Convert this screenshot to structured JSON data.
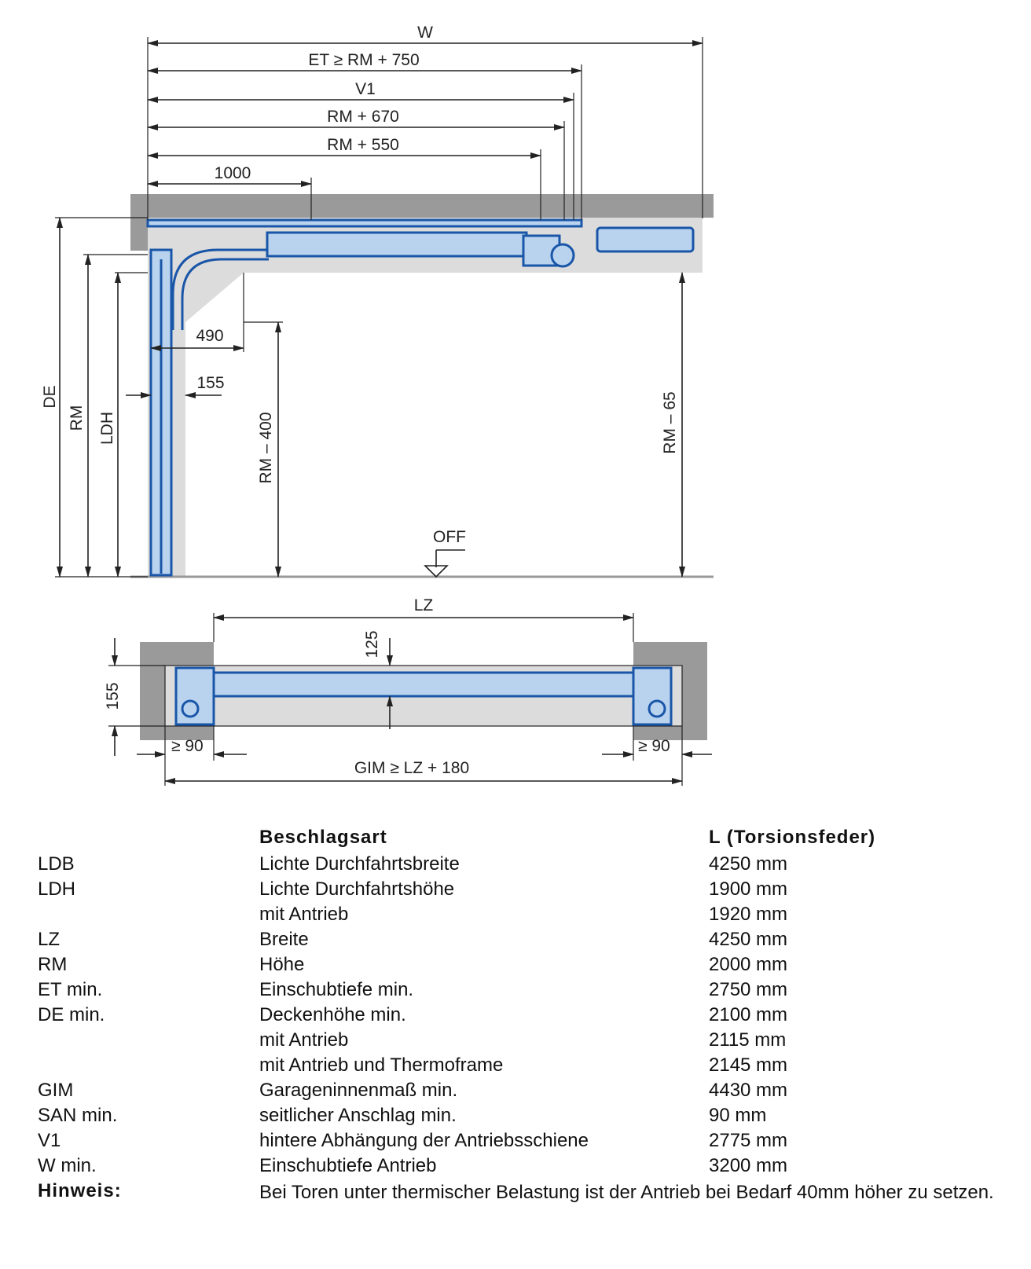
{
  "diagram": {
    "labels": {
      "w": "W",
      "et": "ET ≥ RM + 750",
      "v1": "V1",
      "rm670": "RM + 670",
      "rm550": "RM + 550",
      "d1000": "1000",
      "d490": "490",
      "d155_side": "155",
      "de": "DE",
      "rm": "RM",
      "ldh": "LDH",
      "rm400": "RM – 400",
      "rm65": "RM – 65",
      "off": "OFF",
      "lz": "LZ",
      "d125": "125",
      "d155_plan": "155",
      "san_left": "≥ 90",
      "san_right": "≥ 90",
      "gim": "GIM ≥ LZ + 180"
    },
    "colors": {
      "door": "#1a56a8",
      "door_fill": "#b9d3ef",
      "wall": "#9a9a9a",
      "zone": "#dcdcdc"
    }
  },
  "table": {
    "header": {
      "col2": "Beschlagsart",
      "col3": "L (Torsionsfeder)"
    },
    "rows": [
      {
        "abbr": "LDB",
        "desc": "Lichte Durchfahrtsbreite",
        "value": "4250 mm"
      },
      {
        "abbr": "LDH",
        "desc": "Lichte Durchfahrtshöhe",
        "value": "1900 mm"
      },
      {
        "abbr": "",
        "desc": "mit Antrieb",
        "value": "1920 mm"
      },
      {
        "abbr": "LZ",
        "desc": "Breite",
        "value": "4250 mm"
      },
      {
        "abbr": "RM",
        "desc": "Höhe",
        "value": "2000 mm"
      },
      {
        "abbr": "ET min.",
        "desc": "Einschubtiefe min.",
        "value": "2750 mm"
      },
      {
        "abbr": "DE min.",
        "desc": "Deckenhöhe min.",
        "value": "2100 mm"
      },
      {
        "abbr": "",
        "desc": "mit Antrieb",
        "value": "2115 mm"
      },
      {
        "abbr": "",
        "desc": "mit Antrieb und Thermoframe",
        "value": "2145 mm"
      },
      {
        "abbr": "GIM",
        "desc": "Garageninnenmaß min.",
        "value": "4430 mm"
      },
      {
        "abbr": "SAN min.",
        "desc": "seitlicher Anschlag min.",
        "value": "90 mm"
      },
      {
        "abbr": "V1",
        "desc": "hintere Abhängung der Antriebsschiene",
        "value": "2775 mm"
      },
      {
        "abbr": "W min.",
        "desc": "Einschubtiefe Antrieb",
        "value": "3200 mm"
      }
    ],
    "hint": {
      "label": "Hinweis:",
      "text": "Bei Toren unter thermischer Belastung ist der Antrieb bei Bedarf 40mm höher zu setzen."
    }
  }
}
